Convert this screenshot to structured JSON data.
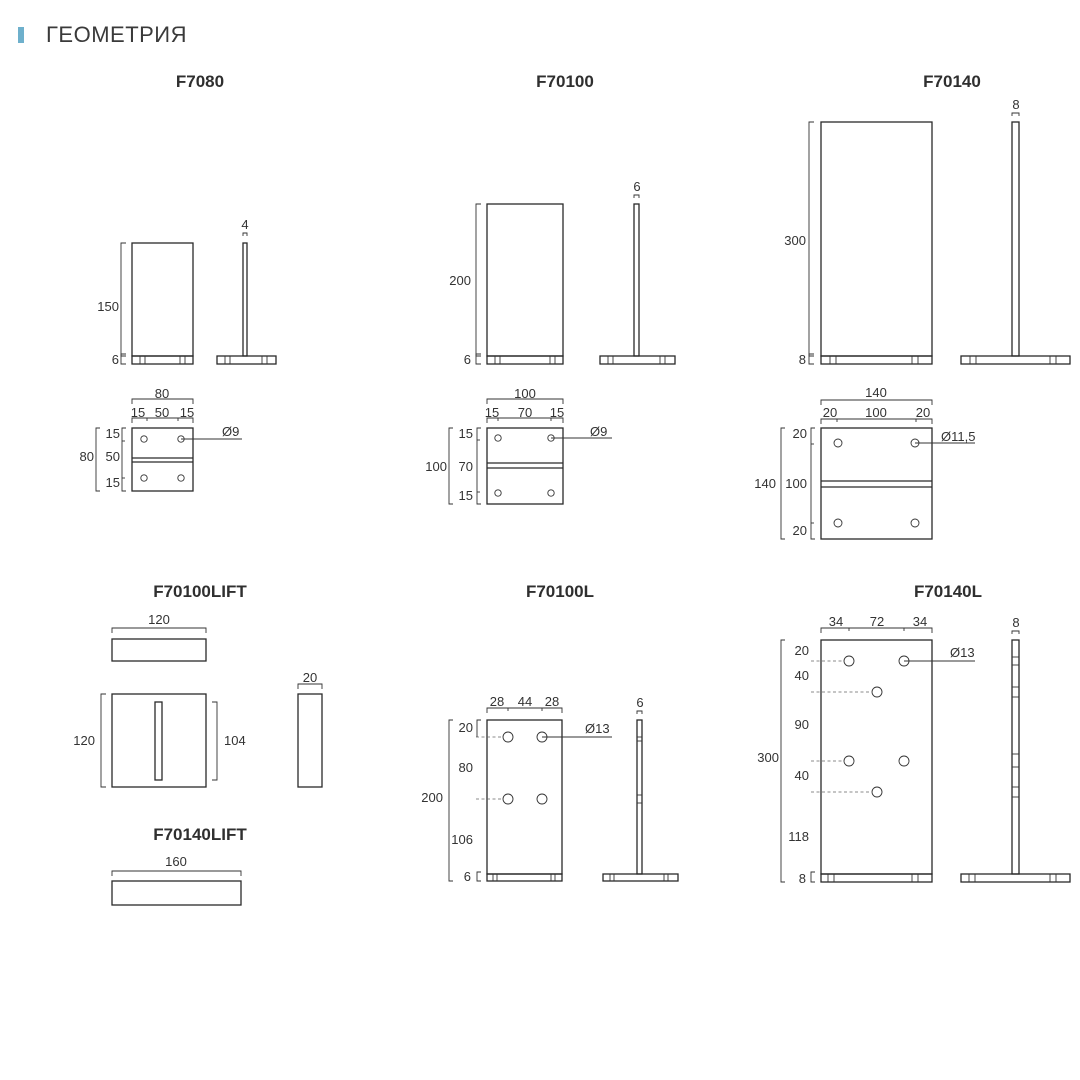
{
  "header": {
    "title": "ГЕОМЕТРИЯ",
    "accent_color": "#6eb0cc"
  },
  "models": {
    "f7080": {
      "title": "F7080",
      "height": "150",
      "base": "6",
      "thickness": "4",
      "plate_width": "80",
      "x1": "15",
      "x2": "50",
      "x3": "15",
      "plate_height": "80",
      "y1": "15",
      "y2": "50",
      "y3": "15",
      "hole": "Ø9"
    },
    "f70100": {
      "title": "F70100",
      "height": "200",
      "base": "6",
      "thickness": "6",
      "plate_width": "100",
      "x1": "15",
      "x2": "70",
      "x3": "15",
      "plate_height": "100",
      "y1": "15",
      "y2": "70",
      "y3": "15",
      "hole": "Ø9"
    },
    "f70140": {
      "title": "F70140",
      "height": "300",
      "base": "8",
      "thickness": "8",
      "plate_width": "140",
      "x1": "20",
      "x2": "100",
      "x3": "20",
      "plate_height": "140",
      "y1": "20",
      "y2": "100",
      "y3": "20",
      "hole": "Ø11,5"
    },
    "f70100lift": {
      "title": "F70100LIFT",
      "top_width": "120",
      "height": "120",
      "inner_height": "104",
      "thickness": "20"
    },
    "f70140lift": {
      "title": "F70140LIFT",
      "width": "160"
    },
    "f70100l": {
      "title": "F70100L",
      "x1": "28",
      "x2": "44",
      "x3": "28",
      "height": "200",
      "y1": "20",
      "y2": "80",
      "y3": "106",
      "base": "6",
      "hole": "Ø13",
      "thickness": "6"
    },
    "f70140l": {
      "title": "F70140L",
      "x1": "34",
      "x2": "72",
      "x3": "34",
      "height": "300",
      "y1": "20",
      "y2": "40",
      "y3": "90",
      "y4": "40",
      "y5": "118",
      "base": "8",
      "hole": "Ø13",
      "thickness": "8"
    }
  }
}
